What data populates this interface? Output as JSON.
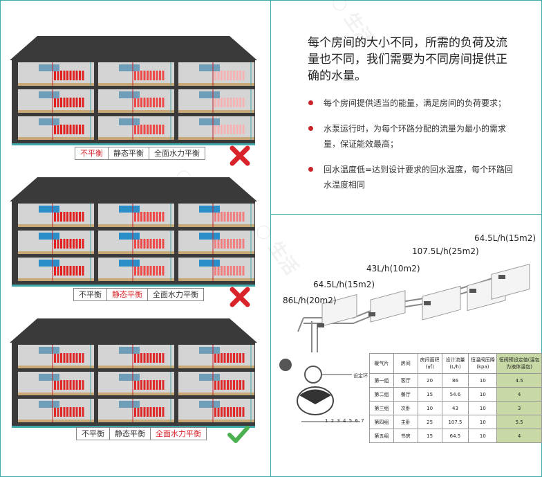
{
  "panels": [
    {
      "labels": [
        "不平衡",
        "静态平衡",
        "全面水力平衡"
      ],
      "active": 0,
      "mark": "cross-icon"
    },
    {
      "labels": [
        "不平衡",
        "静态平衡",
        "全面水力平衡"
      ],
      "active": 1,
      "mark": "cross-icon"
    },
    {
      "labels": [
        "不平衡",
        "静态平衡",
        "全面水力平衡"
      ],
      "active": 2,
      "mark": "check-icon"
    }
  ],
  "heading": "每个房间的大小不同，所需的负荷及流量也不同，我们需要为不同房间提供正确的水量。",
  "bullets": [
    "每个房间提供适当的能量，满足房间的负荷要求；",
    "水泵运行时，为每个环路分配的流量为最小的需求量，保证能效最高；",
    "回水温度低=达到设计要求的回水温度，每个环路回水温度相同"
  ],
  "flows": [
    "86L/h(20m2)",
    "64.5L/h(15m2)",
    "43L/h(10m2)",
    "107.5L/h(25m2)",
    "64.5L/h(15m2)"
  ],
  "dial_label": "设定环",
  "scale_label": "1 2 3 4 5 6 7",
  "table": {
    "headers": [
      "暖气片",
      "房间",
      "房间面积(㎡)",
      "设计流量(L/h)",
      "恒温阀压降(kpa)",
      "恒阀预设定值(温包为液体温包)"
    ],
    "rows": [
      [
        "第一组",
        "客厅",
        "20",
        "86",
        "10",
        "4.5"
      ],
      [
        "第二组",
        "餐厅",
        "15",
        "54.6",
        "10",
        "4"
      ],
      [
        "第三组",
        "次卧",
        "10",
        "43",
        "10",
        "3"
      ],
      [
        "第四组",
        "主卧",
        "25",
        "107.5",
        "10",
        "5.5"
      ],
      [
        "第五组",
        "书房",
        "15",
        "64.5",
        "10",
        "4"
      ]
    ]
  },
  "colors": {
    "accent_red": "#d9232a",
    "frame": "#3fa9a9",
    "roof": "#3a3a3a",
    "floor": "#c9a877",
    "green_check": "#5cb85c"
  }
}
